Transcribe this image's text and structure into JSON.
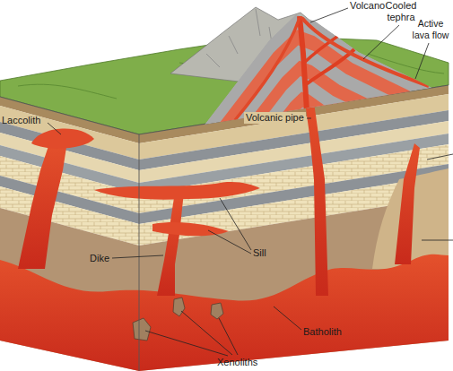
{
  "diagram": {
    "labels": [
      "Volcano",
      "Cooled tephra",
      "Active lava flow",
      "Laccolith",
      "Volcanic pipe",
      "Sill",
      "Dike",
      "Xenoliths",
      "Batholith"
    ]
  }
}
